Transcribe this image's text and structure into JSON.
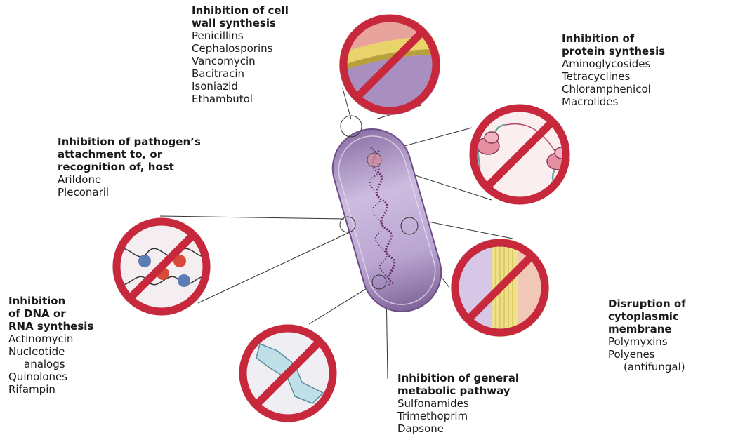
{
  "cell_wall": {
    "heading": [
      "Inhibition of cell",
      "wall synthesis"
    ],
    "drugs": [
      "Penicillins",
      "Cephalosporins",
      "Vancomycin",
      "Bacitracin",
      "Isoniazid",
      "Ethambutol"
    ]
  },
  "protein": {
    "heading": [
      "Inhibition of",
      "protein synthesis"
    ],
    "drugs": [
      "Aminoglycosides",
      "Tetracyclines",
      "Chloramphenicol",
      "Macrolides"
    ]
  },
  "attachment": {
    "heading": [
      "Inhibition of pathogen’s",
      "attachment to, or",
      "recognition of, host"
    ],
    "drugs": [
      "Arildone",
      "Pleconaril"
    ]
  },
  "nucleic": {
    "heading": [
      "Inhibition",
      "of DNA or",
      "RNA synthesis"
    ],
    "drugs": [
      "Actinomycin",
      "Nucleotide",
      "analogs",
      "Quinolones",
      "Rifampin"
    ]
  },
  "membrane": {
    "heading": [
      "Disruption of",
      "cytoplasmic",
      "membrane"
    ],
    "drugs": [
      "Polymyxins",
      "Polyenes",
      "(antifungal)"
    ]
  },
  "metabolic": {
    "heading": [
      "Inhibition of general",
      "metabolic pathway"
    ],
    "drugs": [
      "Sulfonamides",
      "Trimethoprim",
      "Dapsone"
    ]
  },
  "colors": {
    "prohibition_red": "#c8283c",
    "cell_body": "#b9a2cf",
    "cell_outline": "#6d4e86",
    "dna": "#6a2a6a"
  }
}
